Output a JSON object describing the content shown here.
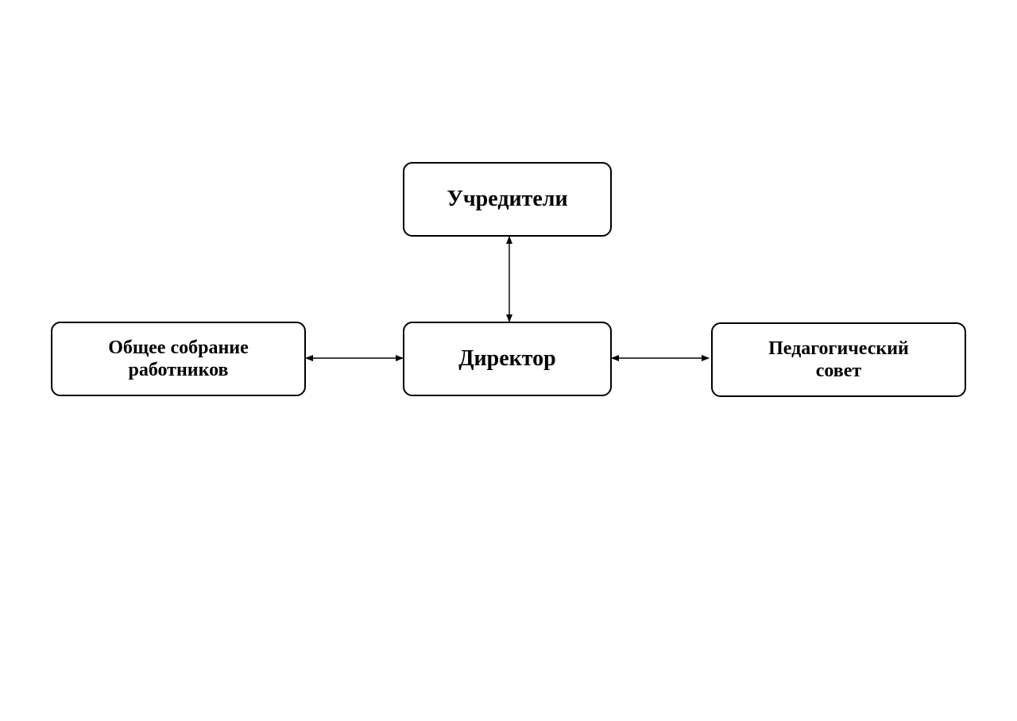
{
  "nodes": {
    "founders": {
      "label": "Учредители"
    },
    "director": {
      "label": "Директор"
    },
    "general_assembly": {
      "lines": [
        "Общее собрание",
        "работников"
      ]
    },
    "pedagogical_council": {
      "lines": [
        "Педагогический",
        "совет"
      ]
    }
  },
  "edges": [
    {
      "from": "founders",
      "to": "director",
      "direction": "both"
    },
    {
      "from": "general_assembly",
      "to": "director",
      "direction": "both"
    },
    {
      "from": "director",
      "to": "pedagogical_council",
      "direction": "both"
    }
  ],
  "colors": {
    "stroke": "#000000",
    "background": "#ffffff"
  }
}
